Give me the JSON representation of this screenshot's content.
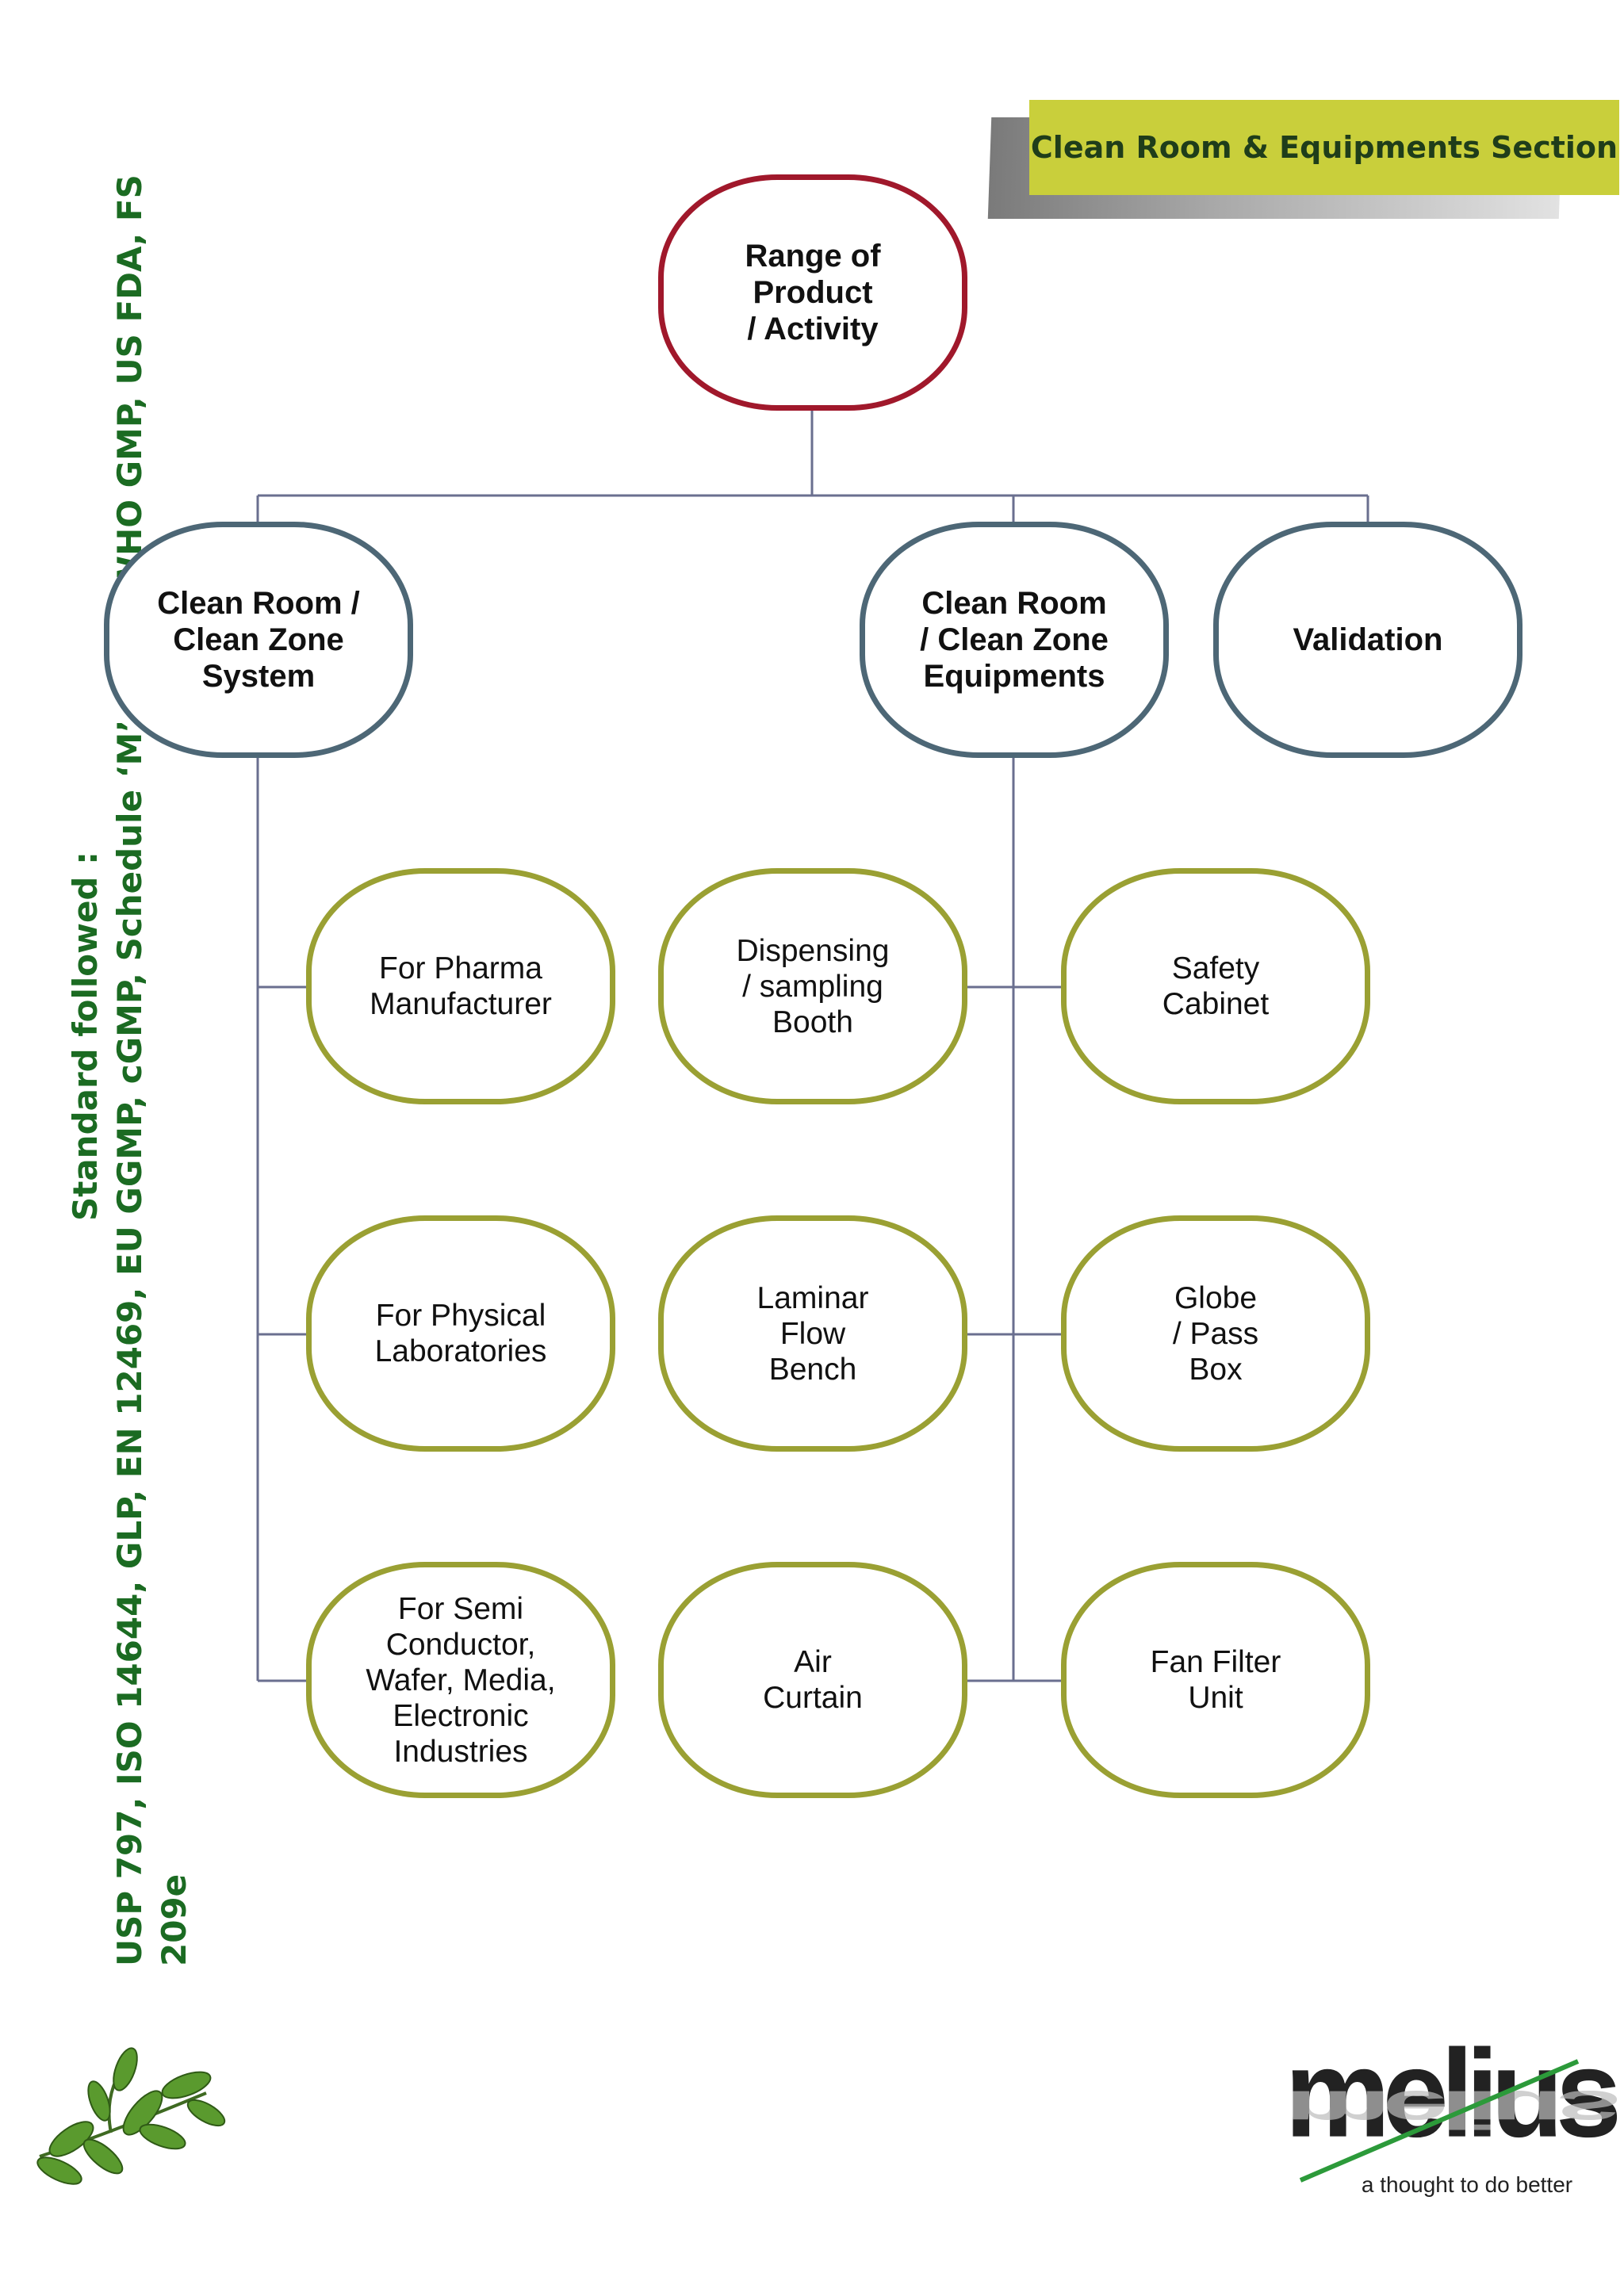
{
  "section_title": "Clean Room & Equipments Section",
  "standards": {
    "heading": "Standard followed :",
    "list": "USP 797, ISO 14644, GLP, EN 12469, EU GGMP, cGMP, Schedule ‘M’, GMP, WHO GMP, US FDA, FS 209e"
  },
  "diagram": {
    "root": "Range of\nProduct\n/ Activity",
    "level1": {
      "clean_room_system": "Clean Room /\nClean Zone\nSystem",
      "clean_room_equipments": "Clean Room\n/ Clean Zone\nEquipments",
      "validation": "Validation"
    },
    "system_items": [
      "For Pharma\nManufacturer",
      "For Physical\nLaboratories",
      "For Semi\nConductor,\nWafer, Media,\nElectronic\nIndustries"
    ],
    "equipment_left_items": [
      "Dispensing\n/ sampling\nBooth",
      "Laminar\nFlow\nBench",
      "Air\nCurtain"
    ],
    "equipment_right_items": [
      "Safety\nCabinet",
      "Globe\n/ Pass\nBox",
      "Fan Filter\nUnit"
    ]
  },
  "brand": {
    "name": "melius",
    "tagline": "a thought to do better"
  },
  "colors": {
    "root_border": "#a0182b",
    "level1_border": "#4d6776",
    "leaf_border": "#9aa033",
    "connector": "#6a6f8f",
    "section_tab": "#c9cf3b",
    "standards_text": "#1b6b22"
  }
}
